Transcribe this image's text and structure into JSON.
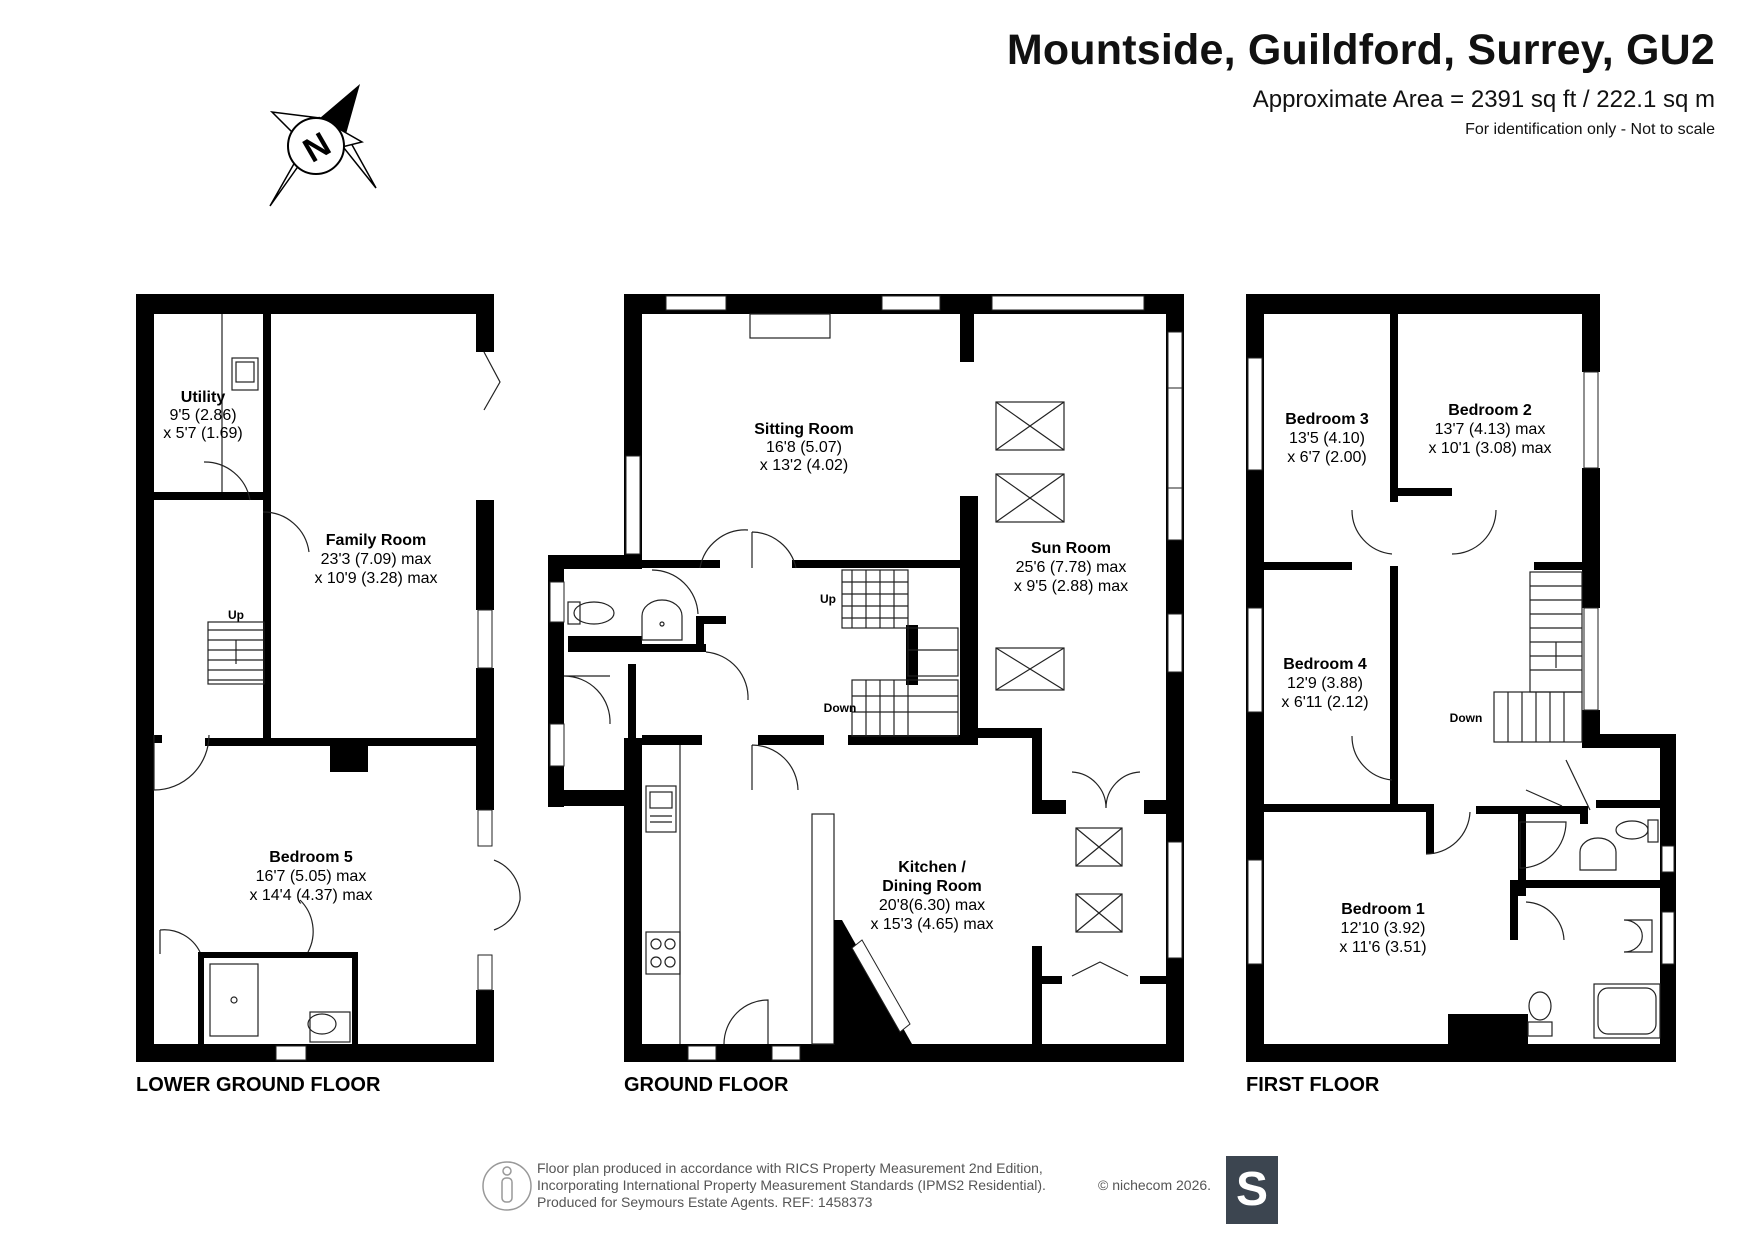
{
  "header": {
    "title": "Mountside, Guildford, Surrey, GU2",
    "area": "Approximate Area = 2391 sq ft / 222.1 sq m",
    "disclaimer": "For identification only - Not to scale"
  },
  "compass": {
    "letter": "N"
  },
  "floors": {
    "lower": {
      "label": "LOWER GROUND FLOOR",
      "stairs": "Up",
      "rooms": {
        "utility": {
          "name": "Utility",
          "dim1": "9'5 (2.86)",
          "dim2": "x 5'7 (1.69)"
        },
        "family": {
          "name": "Family Room",
          "dim1": "23'3 (7.09) max",
          "dim2": "x 10'9 (3.28) max"
        },
        "bed5": {
          "name": "Bedroom 5",
          "dim1": "16'7 (5.05) max",
          "dim2": "x 14'4 (4.37) max"
        }
      }
    },
    "ground": {
      "label": "GROUND FLOOR",
      "stairs_up": "Up",
      "stairs_down": "Down",
      "rooms": {
        "sitting": {
          "name": "Sitting Room",
          "dim1": "16'8 (5.07)",
          "dim2": "x 13'2 (4.02)"
        },
        "sun": {
          "name": "Sun Room",
          "dim1": "25'6 (7.78) max",
          "dim2": "x 9'5 (2.88) max"
        },
        "kitchen": {
          "name1": "Kitchen /",
          "name2": "Dining Room",
          "dim1": "20'8(6.30) max",
          "dim2": "x 15'3 (4.65) max"
        }
      }
    },
    "first": {
      "label": "FIRST FLOOR",
      "stairs": "Down",
      "rooms": {
        "bed3": {
          "name": "Bedroom 3",
          "dim1": "13'5 (4.10)",
          "dim2": "x 6'7 (2.00)"
        },
        "bed2": {
          "name": "Bedroom 2",
          "dim1": "13'7 (4.13) max",
          "dim2": "x 10'1 (3.08) max"
        },
        "bed4": {
          "name": "Bedroom 4",
          "dim1": "12'9 (3.88)",
          "dim2": "x 6'11 (2.12)"
        },
        "bed1": {
          "name": "Bedroom 1",
          "dim1": "12'10 (3.92)",
          "dim2": "x 11'6 (3.51)"
        }
      }
    }
  },
  "footer": {
    "line1": "Floor plan produced in accordance with RICS Property Measurement 2nd Edition,",
    "line2": "Incorporating International Property Measurement Standards (IPMS2 Residential).",
    "line3": "Produced for Seymours Estate Agents.   REF: 1458373",
    "copyright": "© nichecom 2026.",
    "logo_letter": "S"
  },
  "colors": {
    "wall": "#000000",
    "text": "#111111",
    "footer_text": "#555555",
    "logo_bg": "#3c4550"
  }
}
